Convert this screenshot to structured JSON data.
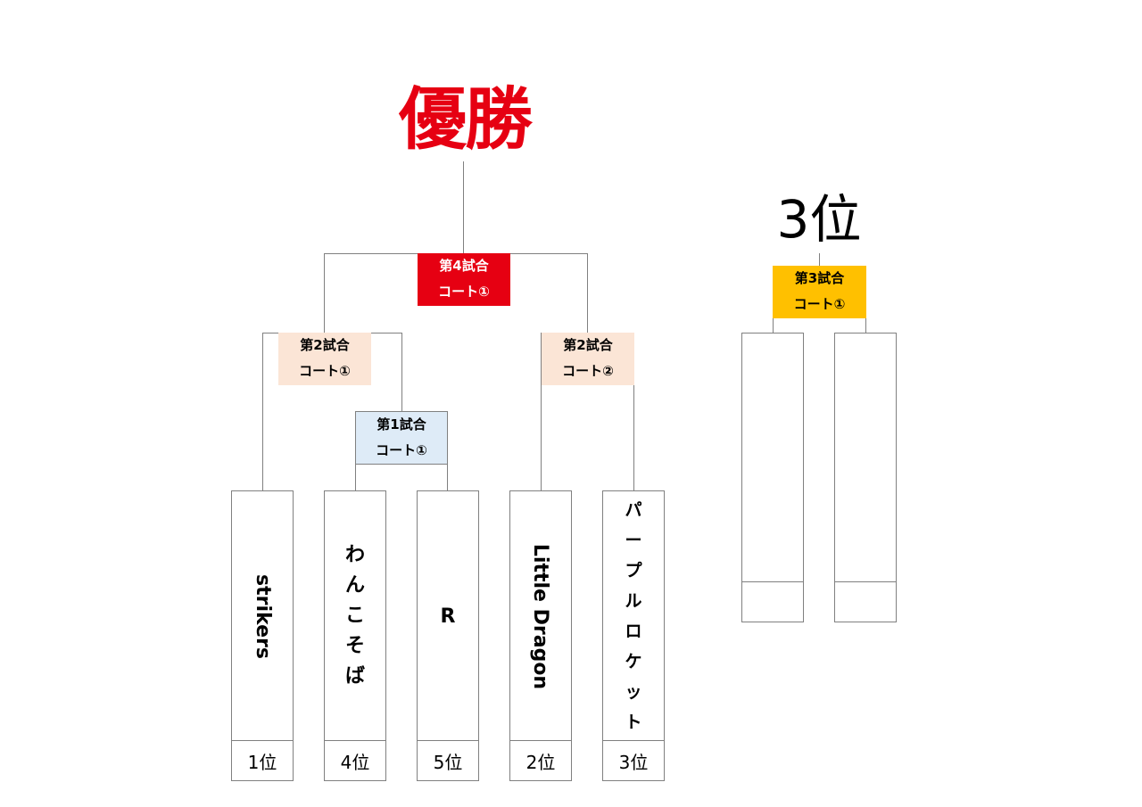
{
  "titles": {
    "champion": "優勝",
    "third_place": "3位"
  },
  "matches": {
    "final": {
      "line1": "第4試合",
      "line2": "コート①"
    },
    "third": {
      "line1": "第3試合",
      "line2": "コート①"
    },
    "semi_left": {
      "line1": "第2試合",
      "line2": "コート①"
    },
    "semi_right": {
      "line1": "第2試合",
      "line2": "コート②"
    },
    "first": {
      "line1": "第1試合",
      "line2": "コート①"
    }
  },
  "colors": {
    "champion_text": "#e60012",
    "final_box": "#e60012",
    "third_box": "#ffc000",
    "semi_box": "#fbe5d6",
    "first_box": "#deebf7"
  },
  "teams": [
    {
      "name": "strikers",
      "rank": "1位"
    },
    {
      "name": "わんこそば",
      "chars": [
        "わ",
        "ん",
        "こ",
        "そ",
        "ば"
      ],
      "rank": "4位"
    },
    {
      "name": "R",
      "rank": "5位"
    },
    {
      "name": "Little Dragon",
      "rank": "2位"
    },
    {
      "name": "パープルロケット",
      "chars": [
        "パ",
        "ー",
        "プ",
        "ル",
        "ロ",
        "ケ",
        "ッ",
        "ト"
      ],
      "rank": "3位"
    }
  ]
}
